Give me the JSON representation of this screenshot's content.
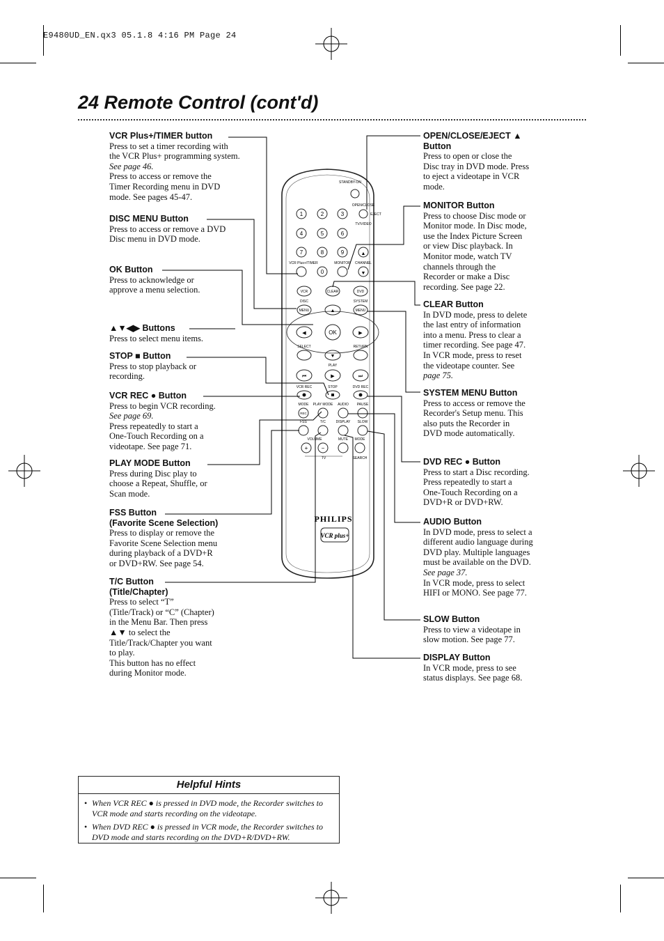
{
  "print_header": "E9480UD_EN.qx3  05.1.8  4:16 PM  Page 24",
  "title": "24  Remote Control (cont'd)",
  "left_callouts": [
    {
      "head": "VCR Plus+/TIMER button",
      "lines": [
        "Press to set a timer recording with",
        "the VCR Plus+ programming system.",
        "See page 46.",
        "Press to access or remove the",
        "Timer Recording menu in DVD",
        "mode. See pages 45-47."
      ]
    },
    {
      "head": "DISC MENU Button",
      "lines": [
        "Press to access or remove a DVD",
        "Disc menu in DVD mode."
      ]
    },
    {
      "head": "OK Button",
      "lines": [
        "Press to acknowledge or",
        "approve a menu selection."
      ]
    },
    {
      "head": "▲▼◀▶ Buttons",
      "lines": [
        "Press to select menu items."
      ]
    },
    {
      "head": "STOP ■ Button",
      "lines": [
        "Press to stop playback or",
        "recording."
      ]
    },
    {
      "head": "VCR REC ● Button",
      "lines": [
        "Press to begin VCR recording.",
        "See page 69.",
        "Press repeatedly to start a",
        "One-Touch Recording on a",
        "videotape. See page 71."
      ]
    },
    {
      "head": "PLAY MODE Button",
      "lines": [
        "Press during Disc play to",
        "choose a Repeat, Shuffle, or",
        "Scan mode."
      ]
    },
    {
      "head": "FSS Button",
      "lines": [
        "(Favorite Scene Selection)",
        "Press to display or remove the",
        "Favorite Scene Selection menu",
        "during playback of a DVD+R",
        "or DVD+RW. See page 54."
      ]
    },
    {
      "head": "T/C Button",
      "lines": [
        "(Title/Chapter)",
        "Press to select “T”",
        "(Title/Track) or “C” (Chapter)",
        "in the Menu Bar. Then press",
        "▲▼ to select the",
        "Title/Track/Chapter you want",
        "to play.",
        "This button has no effect",
        "during Monitor mode."
      ]
    }
  ],
  "right_callouts": [
    {
      "head": "OPEN/CLOSE/EJECT ▲",
      "lines": [
        "Button",
        "Press to open or close the",
        "Disc tray in DVD mode. Press",
        "to eject a videotape in VCR",
        "mode."
      ]
    },
    {
      "head": "MONITOR Button",
      "lines": [
        "Press to choose Disc mode or",
        "Monitor mode. In Disc mode,",
        "use the Index Picture Screen",
        "or view Disc playback. In",
        "Monitor mode, watch TV",
        "channels through the",
        "Recorder or make a Disc",
        "recording. See page 22."
      ]
    },
    {
      "head": "CLEAR Button",
      "lines": [
        "In DVD mode, press to delete",
        "the last entry of information",
        "into a menu. Press to clear a",
        "timer recording. See page 47.",
        "In VCR mode, press to reset",
        "the videotape counter. See",
        "page 75."
      ]
    },
    {
      "head": "SYSTEM MENU Button",
      "lines": [
        "Press to access or remove the",
        "Recorder's Setup menu. This",
        "also puts the Recorder in",
        "DVD mode automatically."
      ]
    },
    {
      "head": "DVD REC ● Button",
      "lines": [
        "Press to start a Disc recording.",
        "Press repeatedly to start a",
        "One-Touch Recording on a",
        "DVD+R or DVD+RW."
      ]
    },
    {
      "head": "AUDIO Button",
      "lines": [
        "In DVD mode, press to select a",
        "different audio language during",
        "DVD play. Multiple languages",
        "must be available on the DVD.",
        "See page 37.",
        "In VCR mode, press to select",
        "HIFI or MONO. See page 77."
      ]
    },
    {
      "head": "SLOW Button",
      "lines": [
        "Press to view a videotape in",
        "slow motion. See page 77."
      ]
    },
    {
      "head": "DISPLAY Button",
      "lines": [
        "In VCR mode, press to see",
        "status displays. See page 68."
      ]
    }
  ],
  "remote": {
    "standby": "STANDBY-ON",
    "open_close": "OPEN/CLOSE",
    "eject": "EJECT",
    "tv_video": "TV/VIDEO",
    "digits": [
      "1",
      "2",
      "3",
      "4",
      "5",
      "6",
      "7",
      "8",
      "9",
      "0"
    ],
    "vcr_plus": "VCR Plus+/TIMER",
    "monitor": "MONITOR",
    "channel": "CHANNEL",
    "vcr": "VCR",
    "clear": "CLEAR",
    "dvd": "DVD",
    "disc": "DISC",
    "system": "SYSTEM",
    "menu": "MENU",
    "ok": "OK",
    "select": "SELECT",
    "return": "RETURN",
    "play": "PLAY",
    "vcr_rec": "VCR REC",
    "stop": "STOP",
    "dvd_rec": "DVD REC",
    "mode": "MODE",
    "play_mode": "PLAY MODE",
    "audio": "AUDIO",
    "pause": "PAUSE",
    "rec": "REC",
    "fss": "FSS",
    "tc": "T/C",
    "display": "DISPLAY",
    "slow": "SLOW",
    "volume": "VOLUME",
    "mute": "MUTE",
    "mode2": "MODE",
    "tv": "TV",
    "search": "SEARCH",
    "brand": "PHILIPS",
    "vcrplus_logo": "VCR plus+"
  },
  "hints": {
    "title": "Helpful Hints",
    "items": [
      "When VCR REC ● is pressed in DVD mode, the Recorder switches to VCR mode and starts recording on the videotape.",
      "When DVD REC ● is pressed in VCR mode, the Recorder switches to DVD mode and starts recording on the DVD+R/DVD+RW."
    ]
  }
}
